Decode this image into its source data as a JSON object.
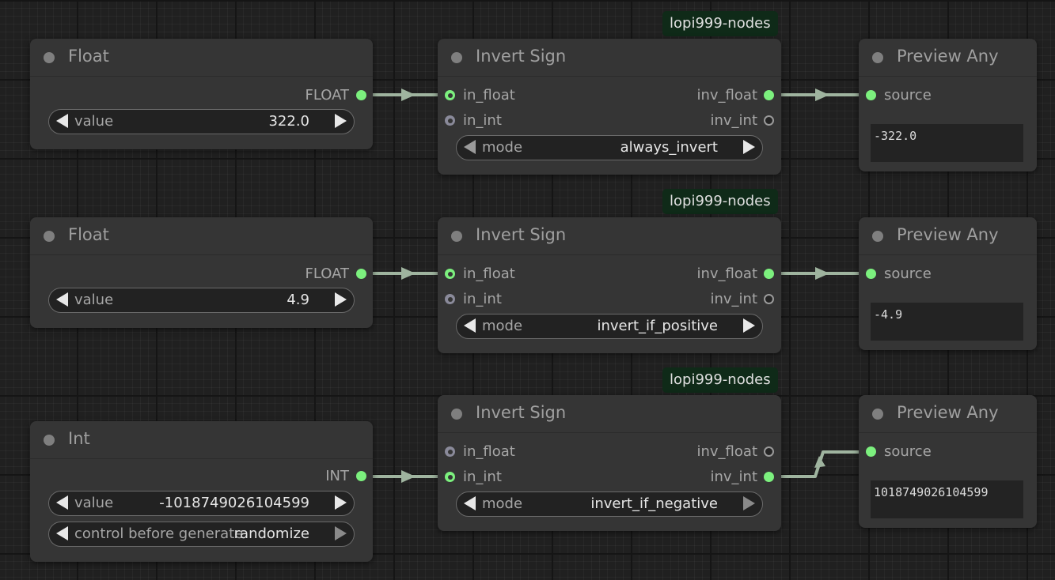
{
  "groups": [
    {
      "source": {
        "title": "Float",
        "output_label": "FLOAT",
        "widgets": [
          {
            "name": "value",
            "value": "322.0"
          }
        ]
      },
      "invert": {
        "badge": "lopi999-nodes",
        "title": "Invert Sign",
        "inputs": [
          "in_float",
          "in_int"
        ],
        "outputs": [
          "inv_float",
          "inv_int"
        ],
        "mode_label": "mode",
        "mode_value": "always_invert"
      },
      "preview": {
        "title": "Preview Any",
        "input_label": "source",
        "text": "-322.0"
      }
    },
    {
      "source": {
        "title": "Float",
        "output_label": "FLOAT",
        "widgets": [
          {
            "name": "value",
            "value": "4.9"
          }
        ]
      },
      "invert": {
        "badge": "lopi999-nodes",
        "title": "Invert Sign",
        "inputs": [
          "in_float",
          "in_int"
        ],
        "outputs": [
          "inv_float",
          "inv_int"
        ],
        "mode_label": "mode",
        "mode_value": "invert_if_positive"
      },
      "preview": {
        "title": "Preview Any",
        "input_label": "source",
        "text": "-4.9"
      }
    },
    {
      "source": {
        "title": "Int",
        "output_label": "INT",
        "widgets": [
          {
            "name": "value",
            "value": "-1018749026104599"
          },
          {
            "name": "control before generate",
            "value": "randomize"
          }
        ]
      },
      "invert": {
        "badge": "lopi999-nodes",
        "title": "Invert Sign",
        "inputs": [
          "in_float",
          "in_int"
        ],
        "outputs": [
          "inv_float",
          "inv_int"
        ],
        "mode_label": "mode",
        "mode_value": "invert_if_negative"
      },
      "preview": {
        "title": "Preview Any",
        "input_label": "source",
        "text": "1018749026104599"
      }
    }
  ],
  "colors": {
    "canvas": "#202020",
    "node": "#353535",
    "link": "#9fb49f",
    "socket_connected": "#7cf07e",
    "badge_bg": "#0f2a18"
  }
}
